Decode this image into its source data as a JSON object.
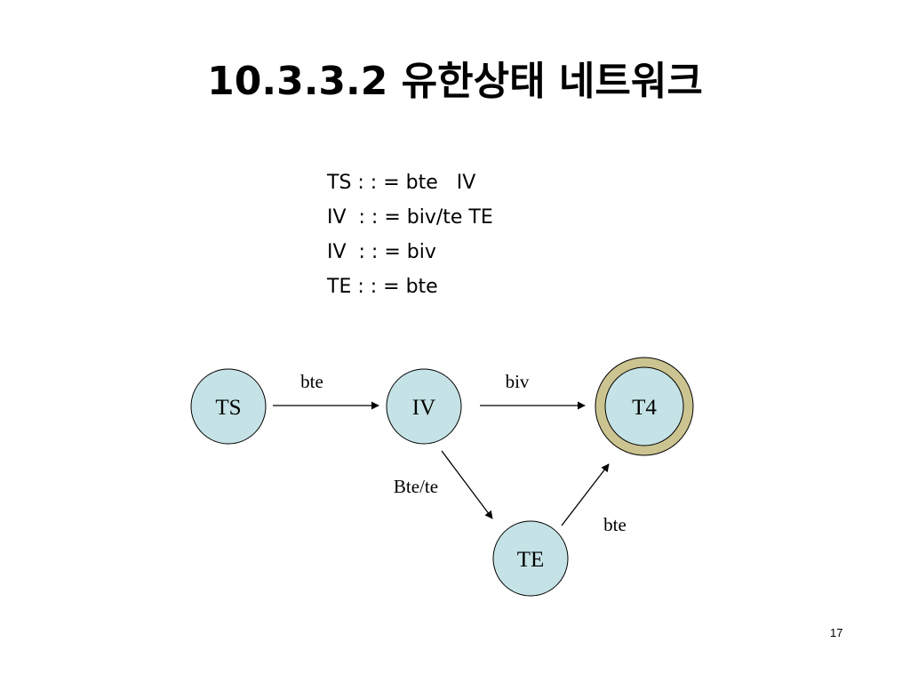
{
  "slide": {
    "title": "10.3.3.2 유한상태 네트워크",
    "page_number": "17"
  },
  "rules": [
    "TS : : = bte   IV",
    "IV  : : = biv/te TE",
    "IV  : : = biv",
    "TE : : = bte"
  ],
  "diagram": {
    "nodes": {
      "ts": "TS",
      "iv": "IV",
      "t4": "T4",
      "te": "TE"
    },
    "edges": {
      "ts_iv": "bte",
      "iv_t4": "biv",
      "iv_te": "Bte/te",
      "te_t4": "bte"
    },
    "colors": {
      "node_fill": "#c5e3e6",
      "final_ring": "#cbc490",
      "stroke": "#000000"
    }
  }
}
